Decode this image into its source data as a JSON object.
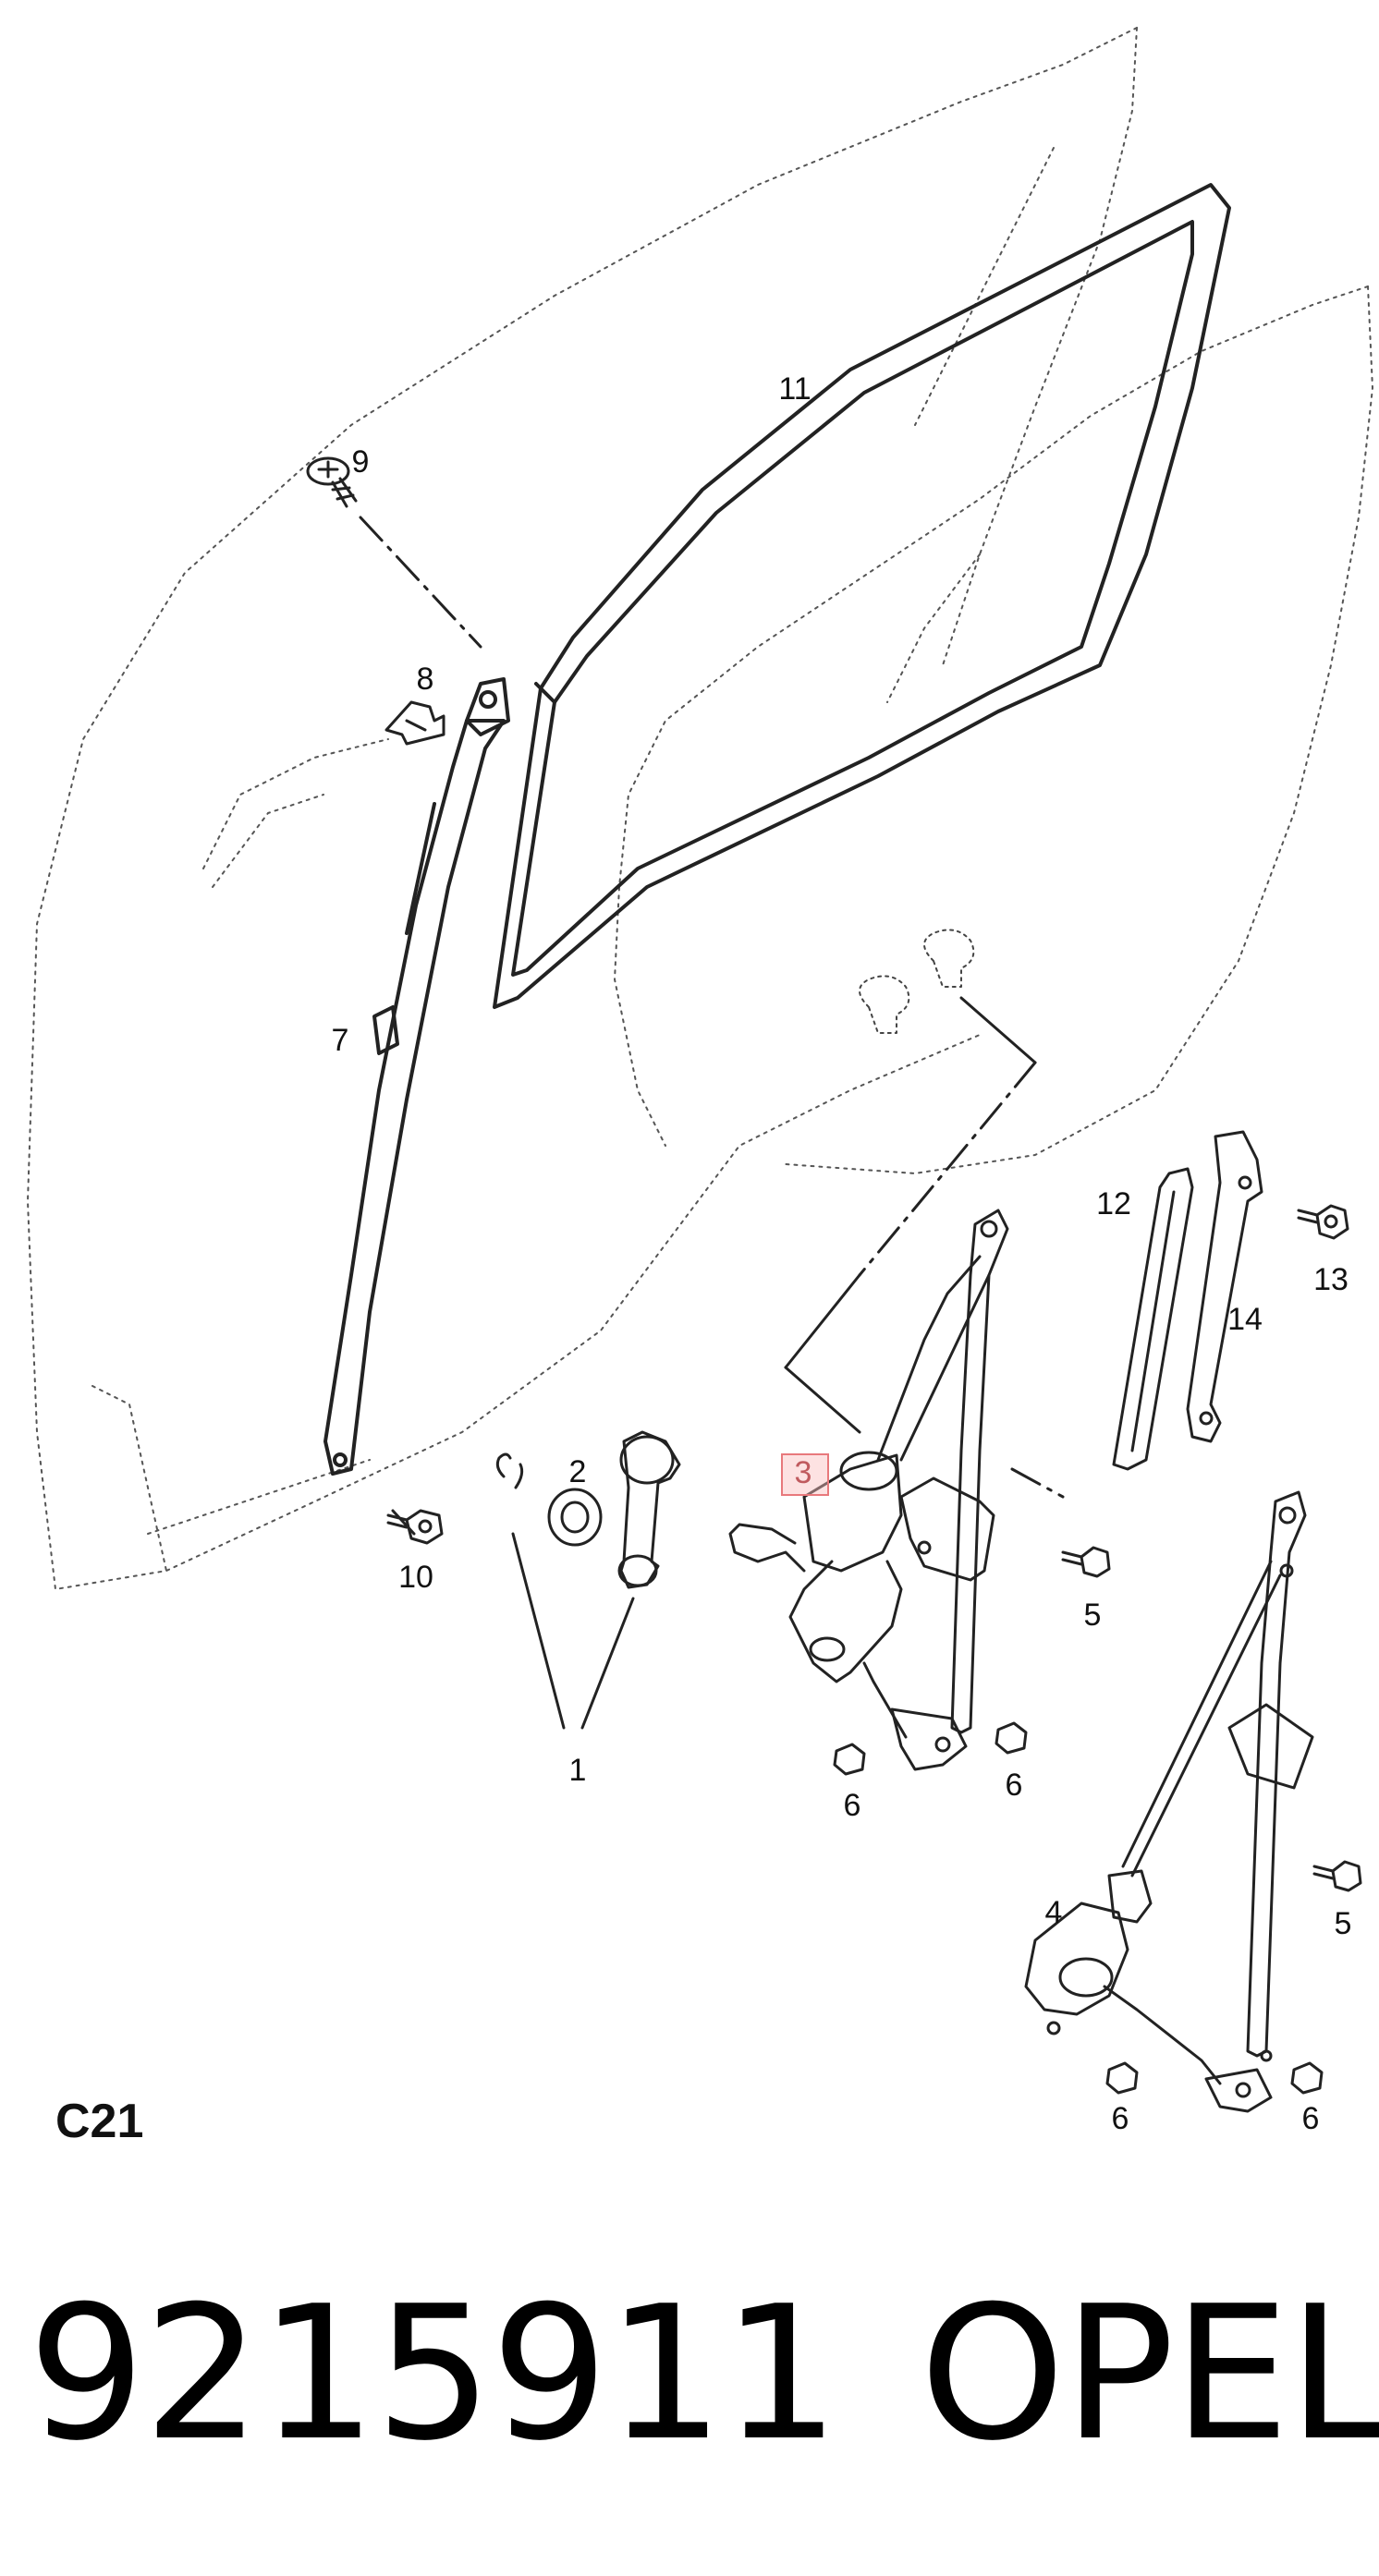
{
  "callouts": {
    "n1": "1",
    "n2": "2",
    "n3": "3",
    "n4": "4",
    "n5a": "5",
    "n5b": "5",
    "n6a": "6",
    "n6b": "6",
    "n6c": "6",
    "n6d": "6",
    "n7": "7",
    "n8": "8",
    "n9": "9",
    "n10": "10",
    "n11": "11",
    "n12": "12",
    "n13": "13",
    "n14": "14"
  },
  "highlight": {
    "part": "3",
    "color": "#e8797c"
  },
  "diagram_code": "C21",
  "part_number": "9215911",
  "brand": "OPEL"
}
